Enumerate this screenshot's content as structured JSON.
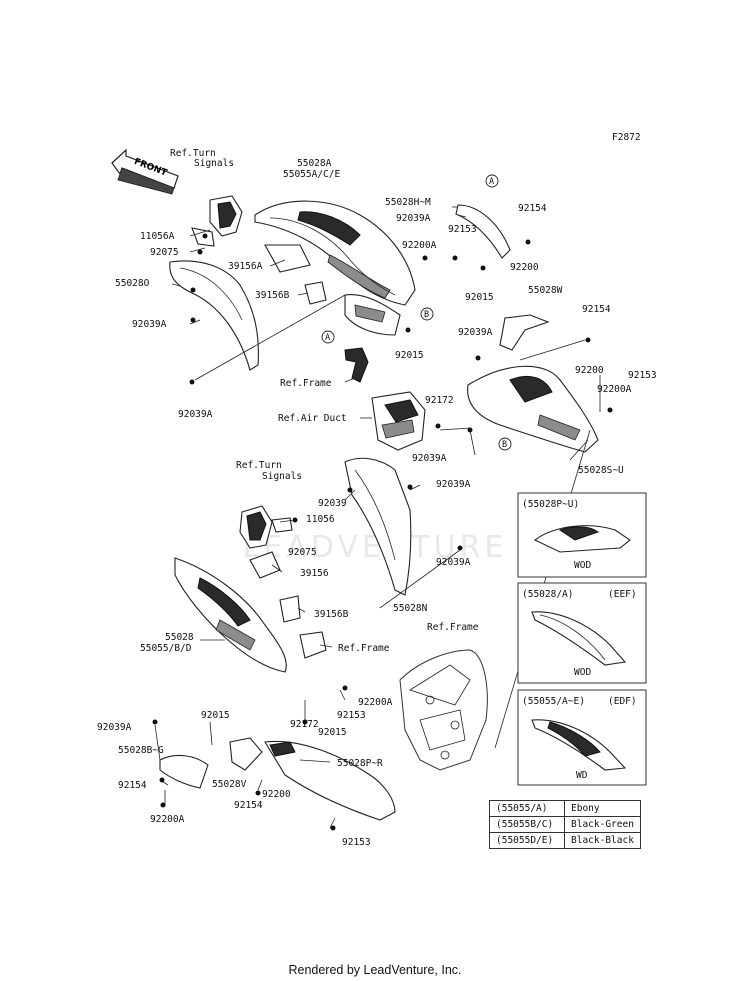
{
  "diagram": {
    "code": "F2872",
    "front_label": "FRONT"
  },
  "callouts": {
    "a": "A",
    "b": "B"
  },
  "labels": [
    {
      "id": "ref-turn-signals-top-1",
      "text": "Ref.Turn"
    },
    {
      "id": "ref-turn-signals-top-2",
      "text": "Signals"
    },
    {
      "id": "l-55028a",
      "text": "55028A"
    },
    {
      "id": "l-55055ace",
      "text": "55055A/C/E"
    },
    {
      "id": "l-55028hm",
      "text": "55028H~M"
    },
    {
      "id": "l-92039a-1",
      "text": "92039A"
    },
    {
      "id": "l-92154-1",
      "text": "92154"
    },
    {
      "id": "l-11056a",
      "text": "11056A"
    },
    {
      "id": "l-92075-1",
      "text": "92075"
    },
    {
      "id": "l-39156a",
      "text": "39156A"
    },
    {
      "id": "l-92153-1",
      "text": "92153"
    },
    {
      "id": "l-92200a-1",
      "text": "92200A"
    },
    {
      "id": "l-92200-1",
      "text": "92200"
    },
    {
      "id": "l-55028o",
      "text": "55028O"
    },
    {
      "id": "l-39156b-1",
      "text": "39156B"
    },
    {
      "id": "l-92015-1",
      "text": "92015"
    },
    {
      "id": "l-92039a-2",
      "text": "92039A"
    },
    {
      "id": "l-55028w",
      "text": "55028W"
    },
    {
      "id": "l-92154-2",
      "text": "92154"
    },
    {
      "id": "l-92039a-3",
      "text": "92039A"
    },
    {
      "id": "l-92015-2",
      "text": "92015"
    },
    {
      "id": "l-92200-2",
      "text": "92200"
    },
    {
      "id": "l-ref-frame-1",
      "text": "Ref.Frame"
    },
    {
      "id": "l-92153-2",
      "text": "92153"
    },
    {
      "id": "l-92200a-2",
      "text": "92200A"
    },
    {
      "id": "l-92039a-4",
      "text": "92039A"
    },
    {
      "id": "l-92172-1",
      "text": "92172"
    },
    {
      "id": "l-ref-air-duct",
      "text": "Ref.Air Duct"
    },
    {
      "id": "l-92039a-5",
      "text": "92039A"
    },
    {
      "id": "l-55028su",
      "text": "55028S~U"
    },
    {
      "id": "l-92039",
      "text": "92039"
    },
    {
      "id": "l-92039a-6",
      "text": "92039A"
    },
    {
      "id": "ref-turn-signals-mid-1",
      "text": "Ref.Turn"
    },
    {
      "id": "ref-turn-signals-mid-2",
      "text": "Signals"
    },
    {
      "id": "l-11056",
      "text": "11056"
    },
    {
      "id": "l-92075-2",
      "text": "92075"
    },
    {
      "id": "l-39156",
      "text": "39156"
    },
    {
      "id": "l-92039a-7",
      "text": "92039A"
    },
    {
      "id": "l-39156b-2",
      "text": "39156B"
    },
    {
      "id": "l-55028n",
      "text": "55028N"
    },
    {
      "id": "l-55028",
      "text": "55028"
    },
    {
      "id": "l-55055bd",
      "text": "55055/B/D"
    },
    {
      "id": "l-ref-frame-2",
      "text": "Ref.Frame"
    },
    {
      "id": "l-ref-frame-3",
      "text": "Ref.Frame"
    },
    {
      "id": "l-92200a-3",
      "text": "92200A"
    },
    {
      "id": "l-92172-2",
      "text": "92172"
    },
    {
      "id": "l-92153-3",
      "text": "92153"
    },
    {
      "id": "l-92039a-8",
      "text": "92039A"
    },
    {
      "id": "l-92015-3",
      "text": "92015"
    },
    {
      "id": "l-92015-4",
      "text": "92015"
    },
    {
      "id": "l-55028pr",
      "text": "55028P~R"
    },
    {
      "id": "l-55028bg",
      "text": "55028B~G"
    },
    {
      "id": "l-55028v",
      "text": "55028V"
    },
    {
      "id": "l-92200-3",
      "text": "92200"
    },
    {
      "id": "l-92154-3",
      "text": "92154"
    },
    {
      "id": "l-92154-4",
      "text": "92154"
    },
    {
      "id": "l-92200a-4",
      "text": "92200A"
    },
    {
      "id": "l-92153-4",
      "text": "92153"
    }
  ],
  "insets": [
    {
      "title": "(55028P~U)",
      "tag": "",
      "color_code": "WOD"
    },
    {
      "title": "(55028/A)",
      "tag": "(EEF)",
      "color_code": "WOD"
    },
    {
      "title": "(55055/A~E)",
      "tag": "(EDF)",
      "color_code": "WD"
    }
  ],
  "color_table": [
    {
      "part": "(55055/A)",
      "color": "Ebony"
    },
    {
      "part": "(55055B/C)",
      "color": "Black-Green"
    },
    {
      "part": "(55055D/E)",
      "color": "Black-Black"
    }
  ],
  "watermark": "LEADVENTURE",
  "footer": "Rendered by LeadVenture, Inc.",
  "colors": {
    "line": "#222222",
    "dark_part": "#2a2a2a",
    "watermark": "#e6e6e6"
  }
}
